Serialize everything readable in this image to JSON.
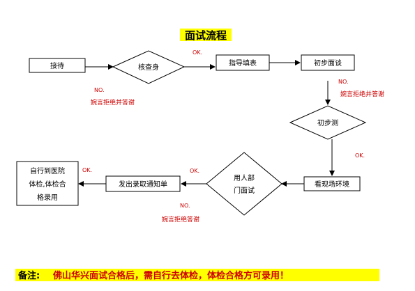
{
  "title": "面试流程",
  "nodes": {
    "reception": "接待",
    "verify": "核查身",
    "guide_fill": "指导填表",
    "first_interview": "初步面谈",
    "first_test": "初步测",
    "site_env": "看现场环境",
    "dept_interview_1": "用人部",
    "dept_interview_2": "门面试",
    "send_notice": "发出录取通知单",
    "hospital_1": "自行到医院",
    "hospital_2": "体检,体检合",
    "hospital_3": "格录用"
  },
  "labels": {
    "ok": "OK.",
    "no": "NO.",
    "polite_refuse_thanks_1": "婉言拒绝并答谢",
    "polite_refuse_thanks_2": "婉言拒绝并答谢",
    "polite_refuse_answer": "婉言拒绝答谢"
  },
  "note": {
    "prefix": "备注:",
    "text": "佛山华兴面试合格后，需自行去体检，体检合格方可录用！"
  },
  "colors": {
    "line": "#000000",
    "red_text": "#cc0000",
    "highlight": "#ffff00"
  }
}
